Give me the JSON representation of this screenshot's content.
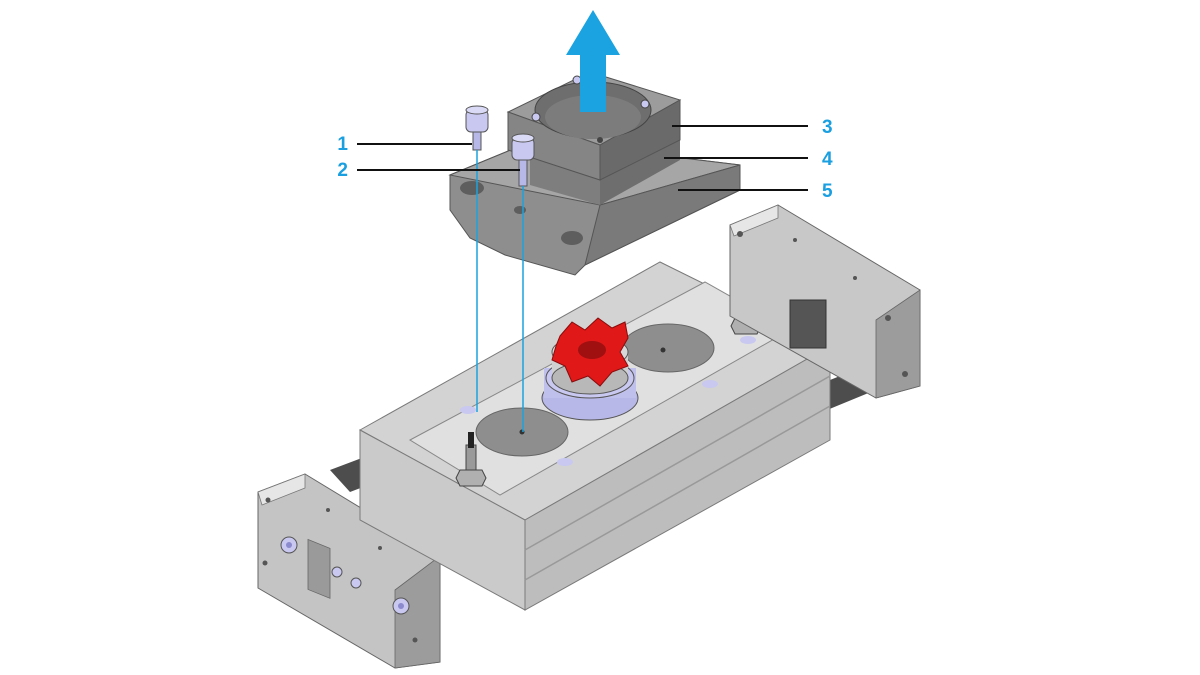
{
  "colors": {
    "accent": "#1aa3e0",
    "callout_text": "#1a9fe0",
    "leader": "#111111",
    "metal_dark": "#8c8c8c",
    "metal_mid": "#b4b4b4",
    "metal_light": "#dcdcdc",
    "rod": "#4a4a4a",
    "coupling": "#e01818",
    "screw": "#c8c8f0",
    "arrow": "#1aa3e0"
  },
  "callouts": [
    {
      "id": "1",
      "label": "1"
    },
    {
      "id": "2",
      "label": "2"
    },
    {
      "id": "3",
      "label": "3"
    },
    {
      "id": "4",
      "label": "4"
    },
    {
      "id": "5",
      "label": "5"
    }
  ],
  "icons": {
    "lift_direction": "up-arrow-icon"
  }
}
